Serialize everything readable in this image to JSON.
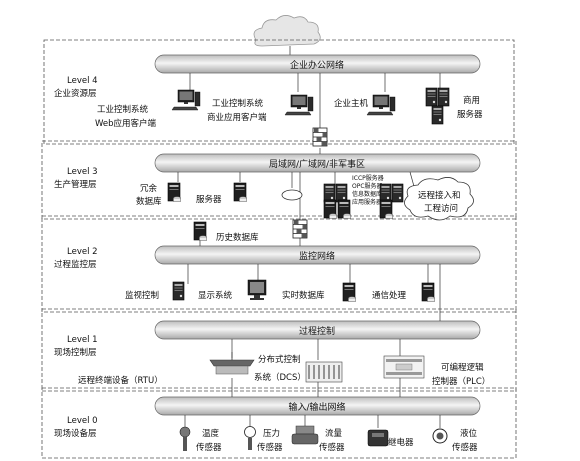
{
  "levels": [
    {
      "name": "Level 4",
      "title": "企业资源层"
    },
    {
      "name": "Level 3",
      "title": "生产管理层"
    },
    {
      "name": "Level 2",
      "title": "过程监控层"
    },
    {
      "name": "Level 1",
      "title": "现场控制层"
    },
    {
      "name": "Level 0",
      "title": "现场设备层"
    }
  ],
  "networks": {
    "l4": "企业办公网络",
    "l3": "局域网/广域网/非军事区",
    "l2": "监控网络",
    "l1": "过程控制",
    "l0": "输入/输出网络"
  },
  "level4": {
    "web_client": [
      "工业控制系统",
      "Web应用客户端"
    ],
    "business_client": [
      "工业控制系统",
      "商业应用客户端"
    ],
    "enterprise_host": "企业主机",
    "business_server": [
      "商用",
      "服务器"
    ]
  },
  "level3": {
    "redundant_db": [
      "冗余",
      "数据库"
    ],
    "server": "服务器",
    "server_list": [
      "ICCP服务器",
      "OPC服务器",
      "信息数据库",
      "应用服务器"
    ],
    "remote_access": [
      "远程接入和",
      "工程访问"
    ]
  },
  "level2": {
    "history_db": "历史数据库",
    "monitor_control": "监视控制",
    "display_system": "显示系统",
    "realtime_db": "实时数据库",
    "comm_processing": "通信处理"
  },
  "level1": {
    "rtu": "远程终端设备（RTU）",
    "dcs": [
      "分布式控制",
      "系统（DCS）"
    ],
    "plc": [
      "可编程逻辑",
      "控制器（PLC）"
    ]
  },
  "level0": {
    "devices": [
      [
        "温度",
        "传感器"
      ],
      [
        "压力",
        "传感器"
      ],
      [
        "流量",
        "传感器"
      ],
      [
        "继电器"
      ],
      [
        "液位",
        "传感器"
      ]
    ]
  }
}
